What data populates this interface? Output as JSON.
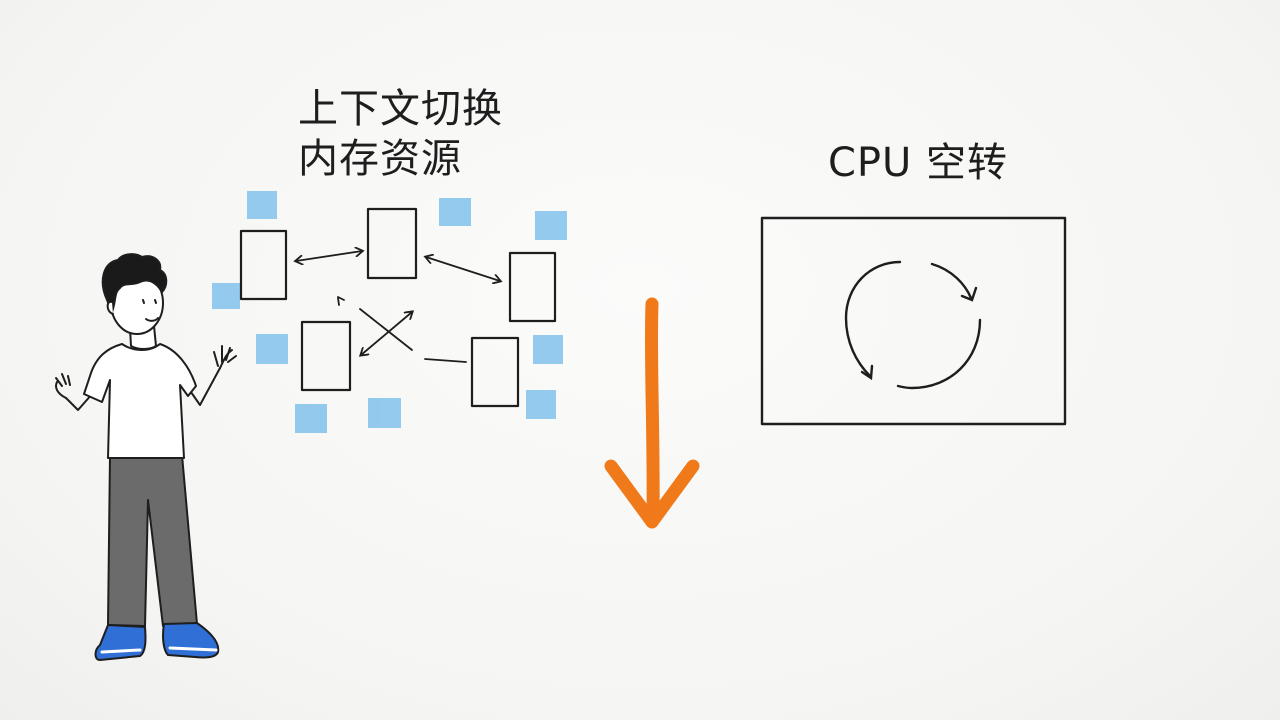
{
  "diagram": {
    "left_caption": {
      "line1": "上下文切换",
      "line2": "内存资源"
    },
    "right_caption": "CPU 空转"
  },
  "colors": {
    "ink": "#1e1e1e",
    "memory_block": "#8ec7ec",
    "arrow": "#f07a1a",
    "shirt": "#ffffff",
    "pants": "#6b6b6b",
    "shoes": "#2f6fd6",
    "hair": "#1a1a1a"
  },
  "icons": {
    "person": "person-illustration",
    "cycle": "circular-arrows-icon",
    "down_arrow": "down-arrow-icon"
  }
}
